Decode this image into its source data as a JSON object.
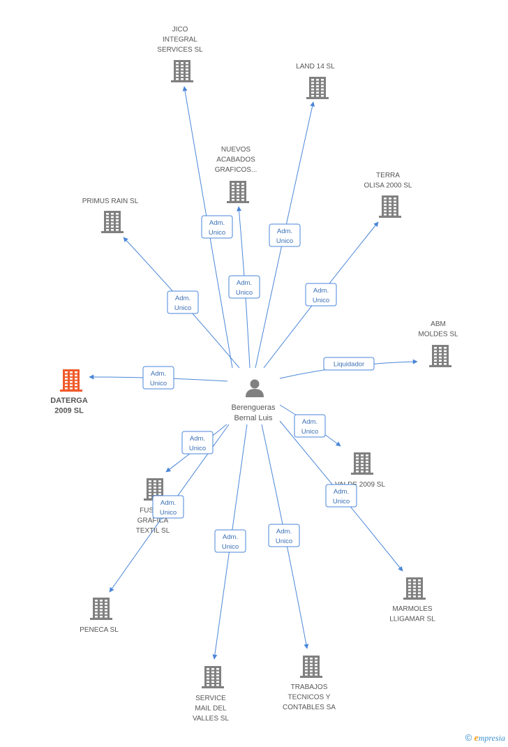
{
  "colors": {
    "edge": "#4a86d8",
    "building": "#808080",
    "building_highlight": "#f05a2a",
    "person": "#808080"
  },
  "center": {
    "name_lines": [
      "Berengueras",
      "Bernal Luis"
    ],
    "icon": "person-icon"
  },
  "nodes": [
    {
      "id": "jico",
      "lines": [
        "JICO",
        "INTEGRAL",
        "SERVICES SL"
      ],
      "highlight": false
    },
    {
      "id": "land14",
      "lines": [
        "LAND 14 SL"
      ],
      "highlight": false
    },
    {
      "id": "nuevos",
      "lines": [
        "NUEVOS",
        "ACABADOS",
        "GRAFICOS..."
      ],
      "highlight": false
    },
    {
      "id": "terra",
      "lines": [
        "TERRA",
        "OLISA 2000 SL"
      ],
      "highlight": false
    },
    {
      "id": "primus",
      "lines": [
        "PRIMUS RAIN SL"
      ],
      "highlight": false
    },
    {
      "id": "abm",
      "lines": [
        "ABM",
        "MOLDES SL"
      ],
      "highlight": false
    },
    {
      "id": "daterga",
      "lines": [
        "DATERGA",
        "2009 SL"
      ],
      "highlight": true
    },
    {
      "id": "valde",
      "lines": [
        "VALDE 2009 SL"
      ],
      "highlight": false
    },
    {
      "id": "fusion",
      "lines": [
        "FUSION",
        "GRAFICA",
        "TEXTIL SL"
      ],
      "highlight": false
    },
    {
      "id": "marmoles",
      "lines": [
        "MARMOLES",
        "LLIGAMAR SL"
      ],
      "highlight": false
    },
    {
      "id": "peneca",
      "lines": [
        "PENECA SL"
      ],
      "highlight": false
    },
    {
      "id": "service",
      "lines": [
        "SERVICE",
        "MAIL DEL",
        "VALLES SL"
      ],
      "highlight": false
    },
    {
      "id": "trabajos",
      "lines": [
        "TRABAJOS",
        "TECNICOS Y",
        "CONTABLES SA"
      ],
      "highlight": false
    }
  ],
  "edges": [
    {
      "to": "jico",
      "label": [
        "Adm.",
        "Unico"
      ]
    },
    {
      "to": "land14",
      "label": [
        "Adm.",
        "Unico"
      ]
    },
    {
      "to": "nuevos",
      "label": [
        "Adm.",
        "Unico"
      ]
    },
    {
      "to": "terra",
      "label": [
        "Adm.",
        "Unico"
      ]
    },
    {
      "to": "primus",
      "label": [
        "Adm.",
        "Unico"
      ]
    },
    {
      "to": "abm",
      "label": [
        "Liquidador"
      ]
    },
    {
      "to": "daterga",
      "label": [
        "Adm.",
        "Unico"
      ]
    },
    {
      "to": "valde",
      "label": [
        "Adm.",
        "Unico"
      ]
    },
    {
      "to": "fusion",
      "label": [
        "Adm.",
        "Unico"
      ]
    },
    {
      "to": "marmoles",
      "label": [
        "Adm.",
        "Unico"
      ]
    },
    {
      "to": "peneca",
      "label": [
        "Adm.",
        "Unico"
      ]
    },
    {
      "to": "service",
      "label": [
        "Adm.",
        "Unico"
      ]
    },
    {
      "to": "trabajos",
      "label": [
        "Adm.",
        "Unico"
      ]
    }
  ],
  "brand": {
    "copyright": "©",
    "e": "e",
    "rest": "mpresia"
  }
}
